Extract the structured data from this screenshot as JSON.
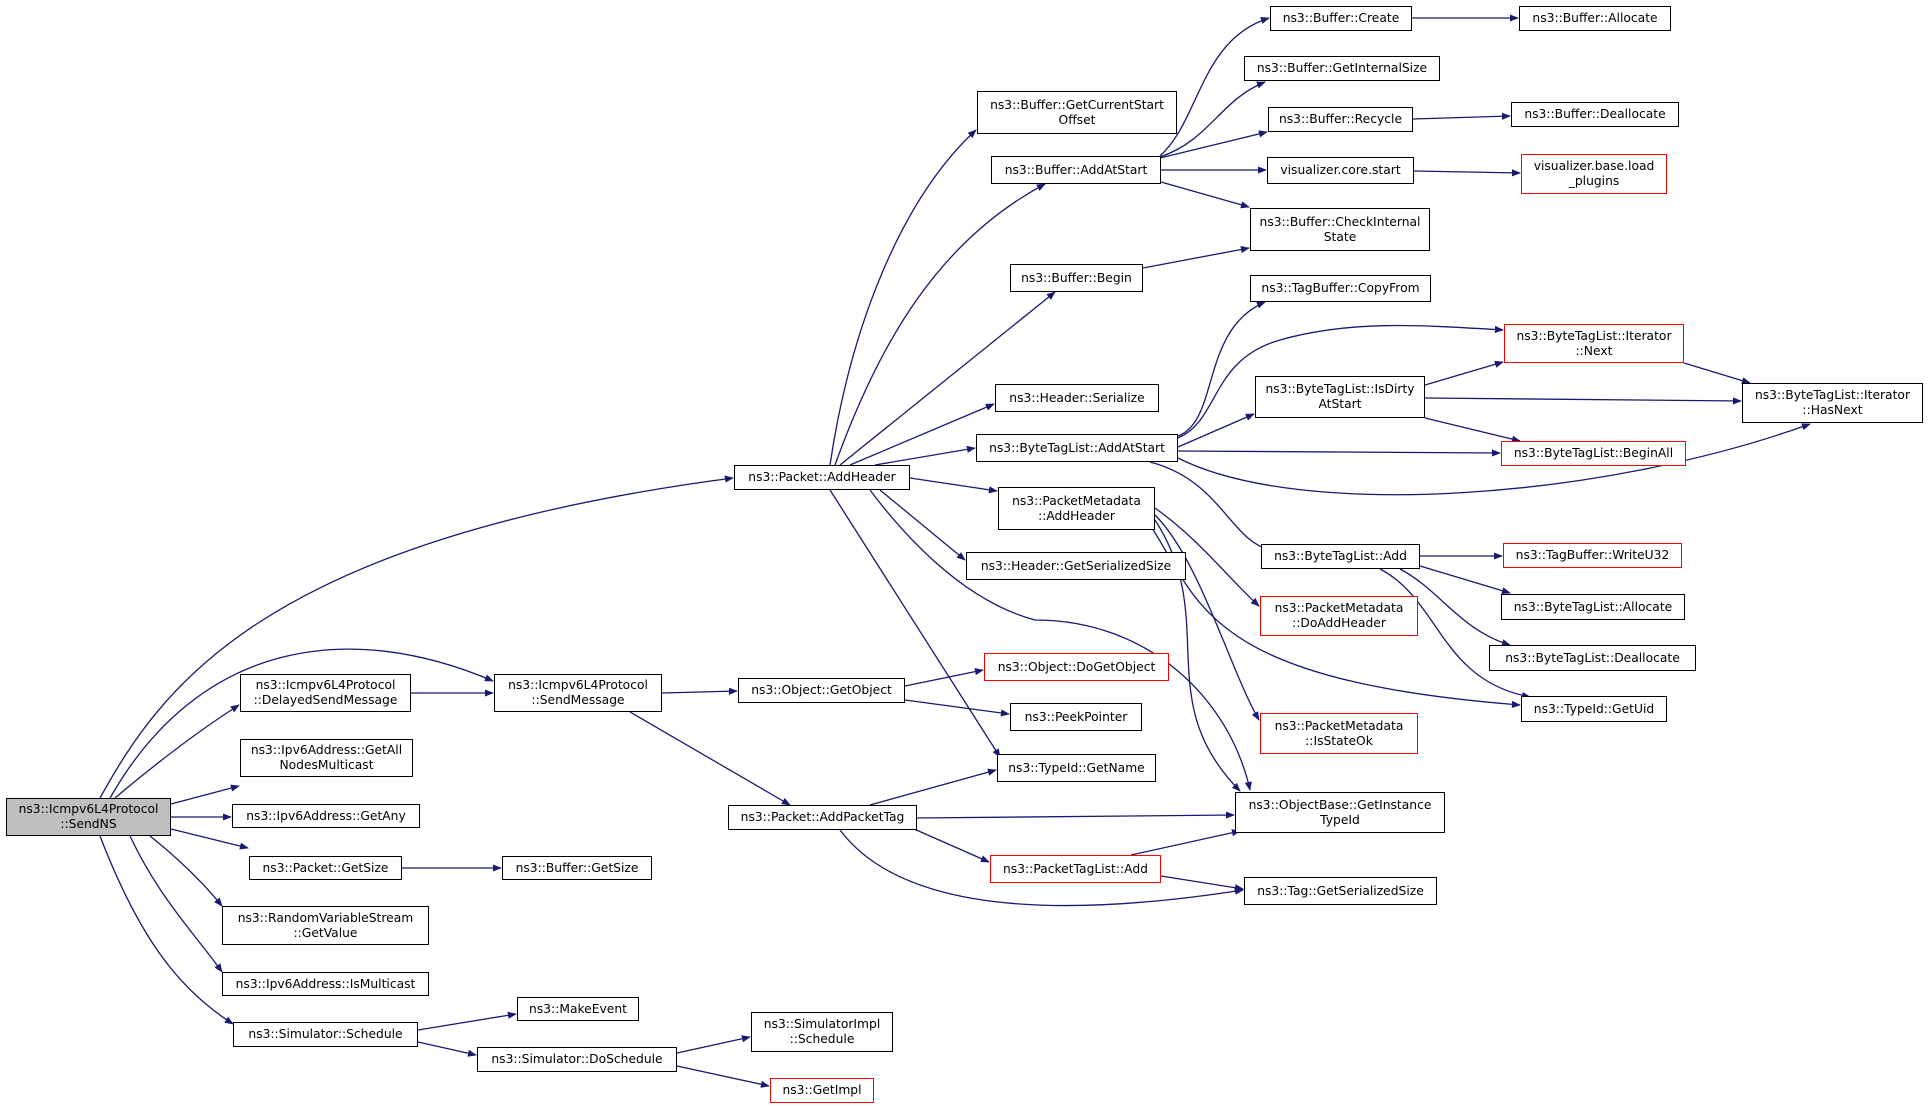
{
  "colors": {
    "edge": "#191970",
    "node_border": "#000000",
    "truncated_border": "#ff0000",
    "root_fill": "#bfbfbf"
  },
  "nodes": {
    "sendns": "ns3::Icmpv6L4Protocol\n::SendNS",
    "delayed_send_message": "ns3::Icmpv6L4Protocol\n::DelayedSendMessage",
    "get_all_nodes_multicast": "ns3::Ipv6Address::GetAll\nNodesMulticast",
    "get_any": "ns3::Ipv6Address::GetAny",
    "packet_get_size": "ns3::Packet::GetSize",
    "random_get_value": "ns3::RandomVariableStream\n::GetValue",
    "is_multicast": "ns3::Ipv6Address::IsMulticast",
    "simulator_schedule": "ns3::Simulator::Schedule",
    "packet_add_header": "ns3::Packet::AddHeader",
    "send_message": "ns3::Icmpv6L4Protocol\n::SendMessage",
    "buffer_get_size": "ns3::Buffer::GetSize",
    "make_event": "ns3::MakeEvent",
    "simulator_do_schedule": "ns3::Simulator::DoSchedule",
    "object_get_object": "ns3::Object::GetObject",
    "packet_add_packet_tag": "ns3::Packet::AddPacketTag",
    "buffer_get_current_start_offset": "ns3::Buffer::GetCurrentStart\nOffset",
    "buffer_add_at_start": "ns3::Buffer::AddAtStart",
    "buffer_begin": "ns3::Buffer::Begin",
    "header_serialize": "ns3::Header::Serialize",
    "bytetaglist_add_at_start": "ns3::ByteTagList::AddAtStart",
    "packetmetadata_add_header": "ns3::PacketMetadata\n::AddHeader",
    "header_get_serialized_size": "ns3::Header::GetSerializedSize",
    "object_do_get_object": "ns3::Object::DoGetObject",
    "peek_pointer": "ns3::PeekPointer",
    "typeid_get_name": "ns3::TypeId::GetName",
    "packettaglist_add": "ns3::PacketTagList::Add",
    "simulatorimpl_schedule": "ns3::SimulatorImpl\n::Schedule",
    "get_impl": "ns3::GetImpl",
    "buffer_create": "ns3::Buffer::Create",
    "buffer_get_internal_size": "ns3::Buffer::GetInternalSize",
    "buffer_recycle": "ns3::Buffer::Recycle",
    "visualizer_core_start": "visualizer.core.start",
    "buffer_check_internal_state": "ns3::Buffer::CheckInternal\nState",
    "tagbuffer_copy_from": "ns3::TagBuffer::CopyFrom",
    "bytetaglist_is_dirty_at_start": "ns3::ByteTagList::IsDirty\nAtStart",
    "bytetaglist_add": "ns3::ByteTagList::Add",
    "packetmetadata_do_add_header": "ns3::PacketMetadata\n::DoAddHeader",
    "packetmetadata_is_state_ok": "ns3::PacketMetadata\n::IsStateOk",
    "objectbase_get_instance_type_id": "ns3::ObjectBase::GetInstance\nTypeId",
    "tag_get_serialized_size": "ns3::Tag::GetSerializedSize",
    "buffer_allocate": "ns3::Buffer::Allocate",
    "buffer_deallocate": "ns3::Buffer::Deallocate",
    "visualizer_base_load_plugins": "visualizer.base.load\n_plugins",
    "bytetaglist_iterator_next": "ns3::ByteTagList::Iterator\n::Next",
    "bytetaglist_begin_all": "ns3::ByteTagList::BeginAll",
    "bytetaglist_iterator_has_next": "ns3::ByteTagList::Iterator\n::HasNext",
    "tagbuffer_write_u32": "ns3::TagBuffer::WriteU32",
    "bytetaglist_allocate": "ns3::ByteTagList::Allocate",
    "bytetaglist_deallocate": "ns3::ByteTagList::Deallocate",
    "typeid_get_uid": "ns3::TypeId::GetUid"
  }
}
